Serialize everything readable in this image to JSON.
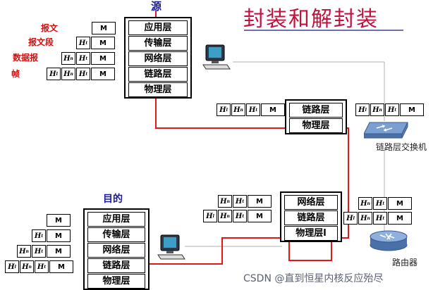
{
  "title": "封装和解封装",
  "source_label": "源",
  "dest_label": "目的",
  "layer_names": {
    "application": "应用层",
    "transport": "传输层",
    "network": "网络层",
    "link": "链路层",
    "physical": "物理层",
    "physical_router": "物理层l"
  },
  "pdu_labels": {
    "message": "报文",
    "segment": "报文段",
    "datagram": "数据报",
    "frame": "帧"
  },
  "header_letters": {
    "message": "M",
    "header": "H",
    "transport_sub": "t",
    "network_sub": "n",
    "link_sub": "l"
  },
  "device_labels": {
    "switch": "链路层交换机",
    "router": "路由器"
  },
  "watermark": "CSDN @直到恒星内核反应殆尽",
  "colors": {
    "title": "#c0123c",
    "path": "#e01818",
    "labels": "#1a1aa0",
    "pdu": "#d01010"
  }
}
